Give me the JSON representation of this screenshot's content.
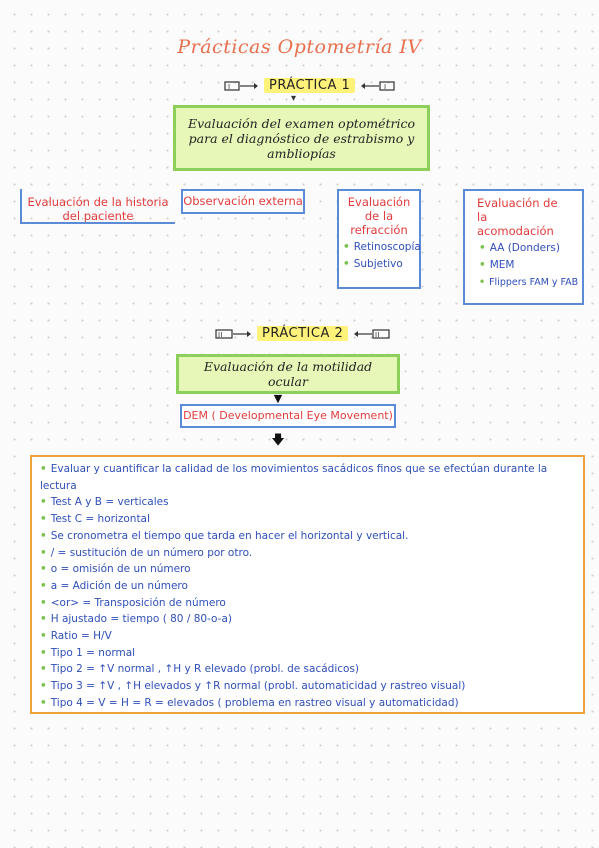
{
  "title": "Prácticas Optometría IV",
  "practica1": {
    "label": "PRÁCTICA 1",
    "main_box": "Evaluación del examen optométrico para el diagnóstico de estrabismo y ambliopías",
    "historia": "Evaluación de la historia del paciente",
    "externa": "Observación externa",
    "refraccion": {
      "title": "Evaluación de la refracción",
      "items": [
        "Retinoscopía",
        "Subjetivo"
      ]
    },
    "acomodacion": {
      "title": "Evaluación de la acomodación",
      "items": [
        "AA (Donders)",
        "MEM",
        "Flippers FAM y FAB"
      ]
    }
  },
  "practica2": {
    "label": "PRÁCTICA 2",
    "main_box": "Evaluación de la motilidad ocular",
    "dem": "DEM ( Developmental Eye Movement)",
    "notes": [
      "Evaluar y cuantificar la calidad de los movimientos sacádicos finos que se efectúan durante la lectura",
      "Test A y B = verticales",
      "Test C = horizontal",
      "Se cronometra el tiempo que tarda en hacer el horizontal y vertical.",
      "/ = sustitución de un número por otro.",
      "o = omisión de un número",
      "a = Adición de un número",
      "<or> = Transposición de número",
      "H ajustado = tiempo ( 80 / 80-o-a)",
      "Ratio = H/V",
      "Tipo 1 = normal",
      "Tipo 2 = ↑V normal , ↑H y R elevado (probl. de sacádicos)",
      "Tipo 3 = ↑V , ↑H elevados y ↑R normal (probl. automaticidad y rastreo visual)",
      "Tipo 4 = V = H = R = elevados ( problema en rastreo visual y automaticidad)"
    ]
  },
  "icons": {
    "roman_i": "I",
    "roman_ii": "II",
    "down_arrow": "down-arrow-icon"
  }
}
